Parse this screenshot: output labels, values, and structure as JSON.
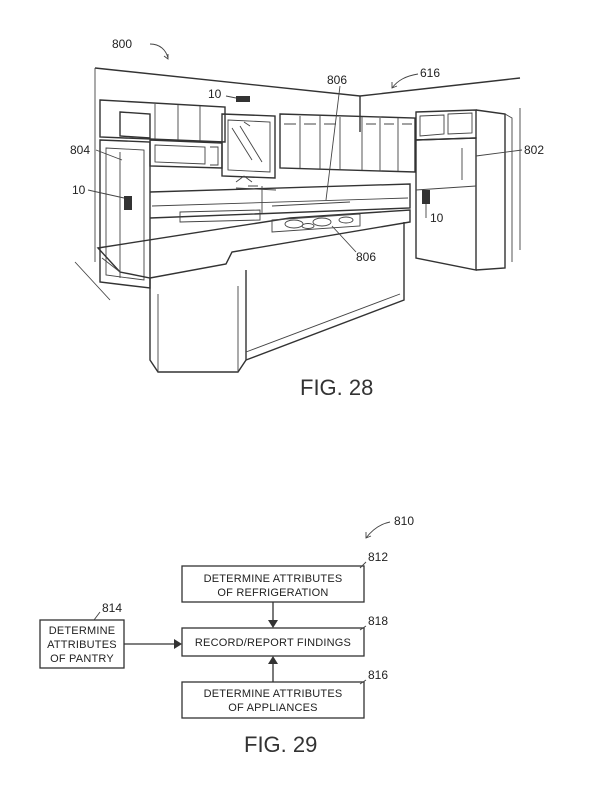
{
  "fig28": {
    "caption": "FIG. 28",
    "refs": {
      "kitchen": "800",
      "room": "616",
      "fridge": "802",
      "wall_unit": "804",
      "island_top": "806",
      "island_cooktop": "806",
      "sensor_top": "10",
      "sensor_left": "10",
      "sensor_fridge": "10"
    }
  },
  "fig29": {
    "caption": "FIG. 29",
    "ref_flow": "810",
    "refs": {
      "refrigeration": "812",
      "pantry": "814",
      "appliances": "816",
      "record": "818"
    },
    "boxes": {
      "refrigeration": [
        "DETERMINE ATTRIBUTES",
        "OF REFRIGERATION"
      ],
      "pantry": [
        "DETERMINE",
        "ATTRIBUTES",
        "OF PANTRY"
      ],
      "record": [
        "RECORD/REPORT FINDINGS"
      ],
      "appliances": [
        "DETERMINE ATTRIBUTES",
        "OF APPLIANCES"
      ]
    }
  }
}
